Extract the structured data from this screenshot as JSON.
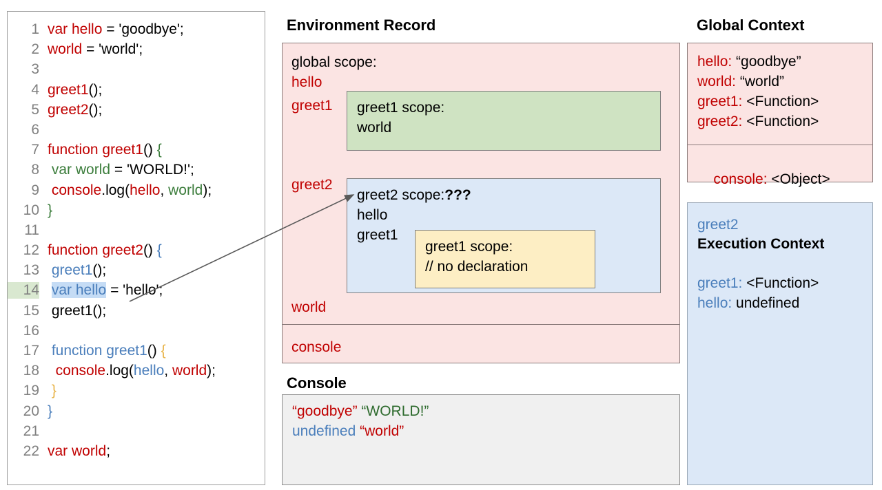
{
  "code_panel": {
    "lines": [
      {
        "n": "1",
        "tokens": [
          {
            "t": "var hello",
            "c": "c-red"
          },
          {
            "t": " = 'goodbye';",
            "c": "c-black"
          }
        ]
      },
      {
        "n": "2",
        "tokens": [
          {
            "t": "world",
            "c": "c-red"
          },
          {
            "t": " = 'world';",
            "c": "c-black"
          }
        ]
      },
      {
        "n": "3",
        "tokens": []
      },
      {
        "n": "4",
        "tokens": [
          {
            "t": "greet1",
            "c": "c-red"
          },
          {
            "t": "();",
            "c": "c-black"
          }
        ]
      },
      {
        "n": "5",
        "tokens": [
          {
            "t": "greet2",
            "c": "c-red"
          },
          {
            "t": "();",
            "c": "c-black"
          }
        ]
      },
      {
        "n": "6",
        "tokens": []
      },
      {
        "n": "7",
        "tokens": [
          {
            "t": "function greet1",
            "c": "c-red"
          },
          {
            "t": "() ",
            "c": "c-black"
          },
          {
            "t": "{",
            "c": "c-green"
          }
        ]
      },
      {
        "n": "8",
        "tokens": [
          {
            "t": " ",
            "c": "c-black"
          },
          {
            "t": "var world",
            "c": "c-green"
          },
          {
            "t": " = 'WORLD!';",
            "c": "c-black"
          }
        ]
      },
      {
        "n": "9",
        "tokens": [
          {
            "t": " ",
            "c": "c-black"
          },
          {
            "t": "console",
            "c": "c-red"
          },
          {
            "t": ".log(",
            "c": "c-black"
          },
          {
            "t": "hello",
            "c": "c-red"
          },
          {
            "t": ", ",
            "c": "c-black"
          },
          {
            "t": "world",
            "c": "c-green"
          },
          {
            "t": ");",
            "c": "c-black"
          }
        ]
      },
      {
        "n": "10",
        "tokens": [
          {
            "t": "}",
            "c": "c-green"
          }
        ]
      },
      {
        "n": "11",
        "tokens": []
      },
      {
        "n": "12",
        "tokens": [
          {
            "t": "function greet2",
            "c": "c-red"
          },
          {
            "t": "() ",
            "c": "c-black"
          },
          {
            "t": "{",
            "c": "c-blue"
          }
        ]
      },
      {
        "n": "13",
        "tokens": [
          {
            "t": " ",
            "c": "c-black"
          },
          {
            "t": "greet1",
            "c": "c-blue"
          },
          {
            "t": "();",
            "c": "c-black"
          }
        ]
      },
      {
        "n": "14",
        "tokens": [
          {
            "t": " ",
            "c": "c-black"
          },
          {
            "t": "var hello",
            "c": "c-blue hl-blue"
          },
          {
            "t": " = 'hello';",
            "c": "c-black"
          }
        ],
        "line_highlight": true
      },
      {
        "n": "15",
        "tokens": [
          {
            "t": " greet1();",
            "c": "c-black"
          }
        ]
      },
      {
        "n": "16",
        "tokens": []
      },
      {
        "n": "17",
        "tokens": [
          {
            "t": " ",
            "c": "c-black"
          },
          {
            "t": "function greet1",
            "c": "c-blue"
          },
          {
            "t": "() ",
            "c": "c-black"
          },
          {
            "t": "{",
            "c": "c-orange"
          }
        ]
      },
      {
        "n": "18",
        "tokens": [
          {
            "t": "  ",
            "c": "c-black"
          },
          {
            "t": "console",
            "c": "c-red"
          },
          {
            "t": ".log(",
            "c": "c-black"
          },
          {
            "t": "hello",
            "c": "c-blue"
          },
          {
            "t": ", ",
            "c": "c-black"
          },
          {
            "t": "world",
            "c": "c-red"
          },
          {
            "t": ");",
            "c": "c-black"
          }
        ]
      },
      {
        "n": "19",
        "tokens": [
          {
            "t": " ",
            "c": "c-black"
          },
          {
            "t": "}",
            "c": "c-orange"
          }
        ]
      },
      {
        "n": "20",
        "tokens": [
          {
            "t": "}",
            "c": "c-blue"
          }
        ]
      },
      {
        "n": "21",
        "tokens": []
      },
      {
        "n": "22",
        "tokens": [
          {
            "t": "var world",
            "c": "c-red"
          },
          {
            "t": ";",
            "c": "c-black"
          }
        ]
      }
    ]
  },
  "environment_record": {
    "title": "Environment Record",
    "global_scope_label": "global scope:",
    "bindings": [
      "hello",
      "greet1",
      "greet2",
      "world"
    ],
    "console_binding": "console",
    "greet1_scope": {
      "title": "greet1 scope:",
      "vars": [
        "world"
      ]
    },
    "greet2_scope": {
      "title": "greet2 scope:",
      "unknown_marker": "???",
      "vars": [
        "hello",
        "greet1"
      ],
      "inner_greet1_scope": {
        "title": "greet1 scope:",
        "comment": "// no declaration"
      }
    }
  },
  "console_panel": {
    "title": "Console",
    "lines": [
      [
        {
          "t": "“goodbye”",
          "c": "c-red"
        },
        {
          "t": " ",
          "c": "c-black"
        },
        {
          "t": "“WORLD!”",
          "c": "c-dgreen"
        }
      ],
      [
        {
          "t": "undefined",
          "c": "c-blue"
        },
        {
          "t": " ",
          "c": "c-black"
        },
        {
          "t": "“world”",
          "c": "c-red"
        }
      ]
    ]
  },
  "global_context": {
    "title": "Global Context",
    "entries": [
      {
        "key": "hello:",
        "value": " “goodbye”"
      },
      {
        "key": "world:",
        "value": " “world”"
      },
      {
        "key": "greet1:",
        "value": " <Function>"
      },
      {
        "key": "greet2:",
        "value": " <Function>"
      }
    ],
    "console_entry": {
      "key": "console:",
      "value": " <Object>"
    }
  },
  "execution_context": {
    "name": "greet2",
    "title": "Execution Context",
    "entries": [
      {
        "key": "greet1:",
        "value": " <Function>"
      },
      {
        "key": "hello:",
        "value": " undefined"
      }
    ]
  },
  "colors": {
    "red": "#c00000",
    "green": "#3c7d3c",
    "blue": "#4a7ebb",
    "orange": "#e8b44a",
    "pink_panel": "#fbe4e3",
    "green_panel": "#cfe3c2",
    "blue_panel": "#dce8f7",
    "yellow_panel": "#fdeec4",
    "console_panel": "#f0f0f0"
  }
}
